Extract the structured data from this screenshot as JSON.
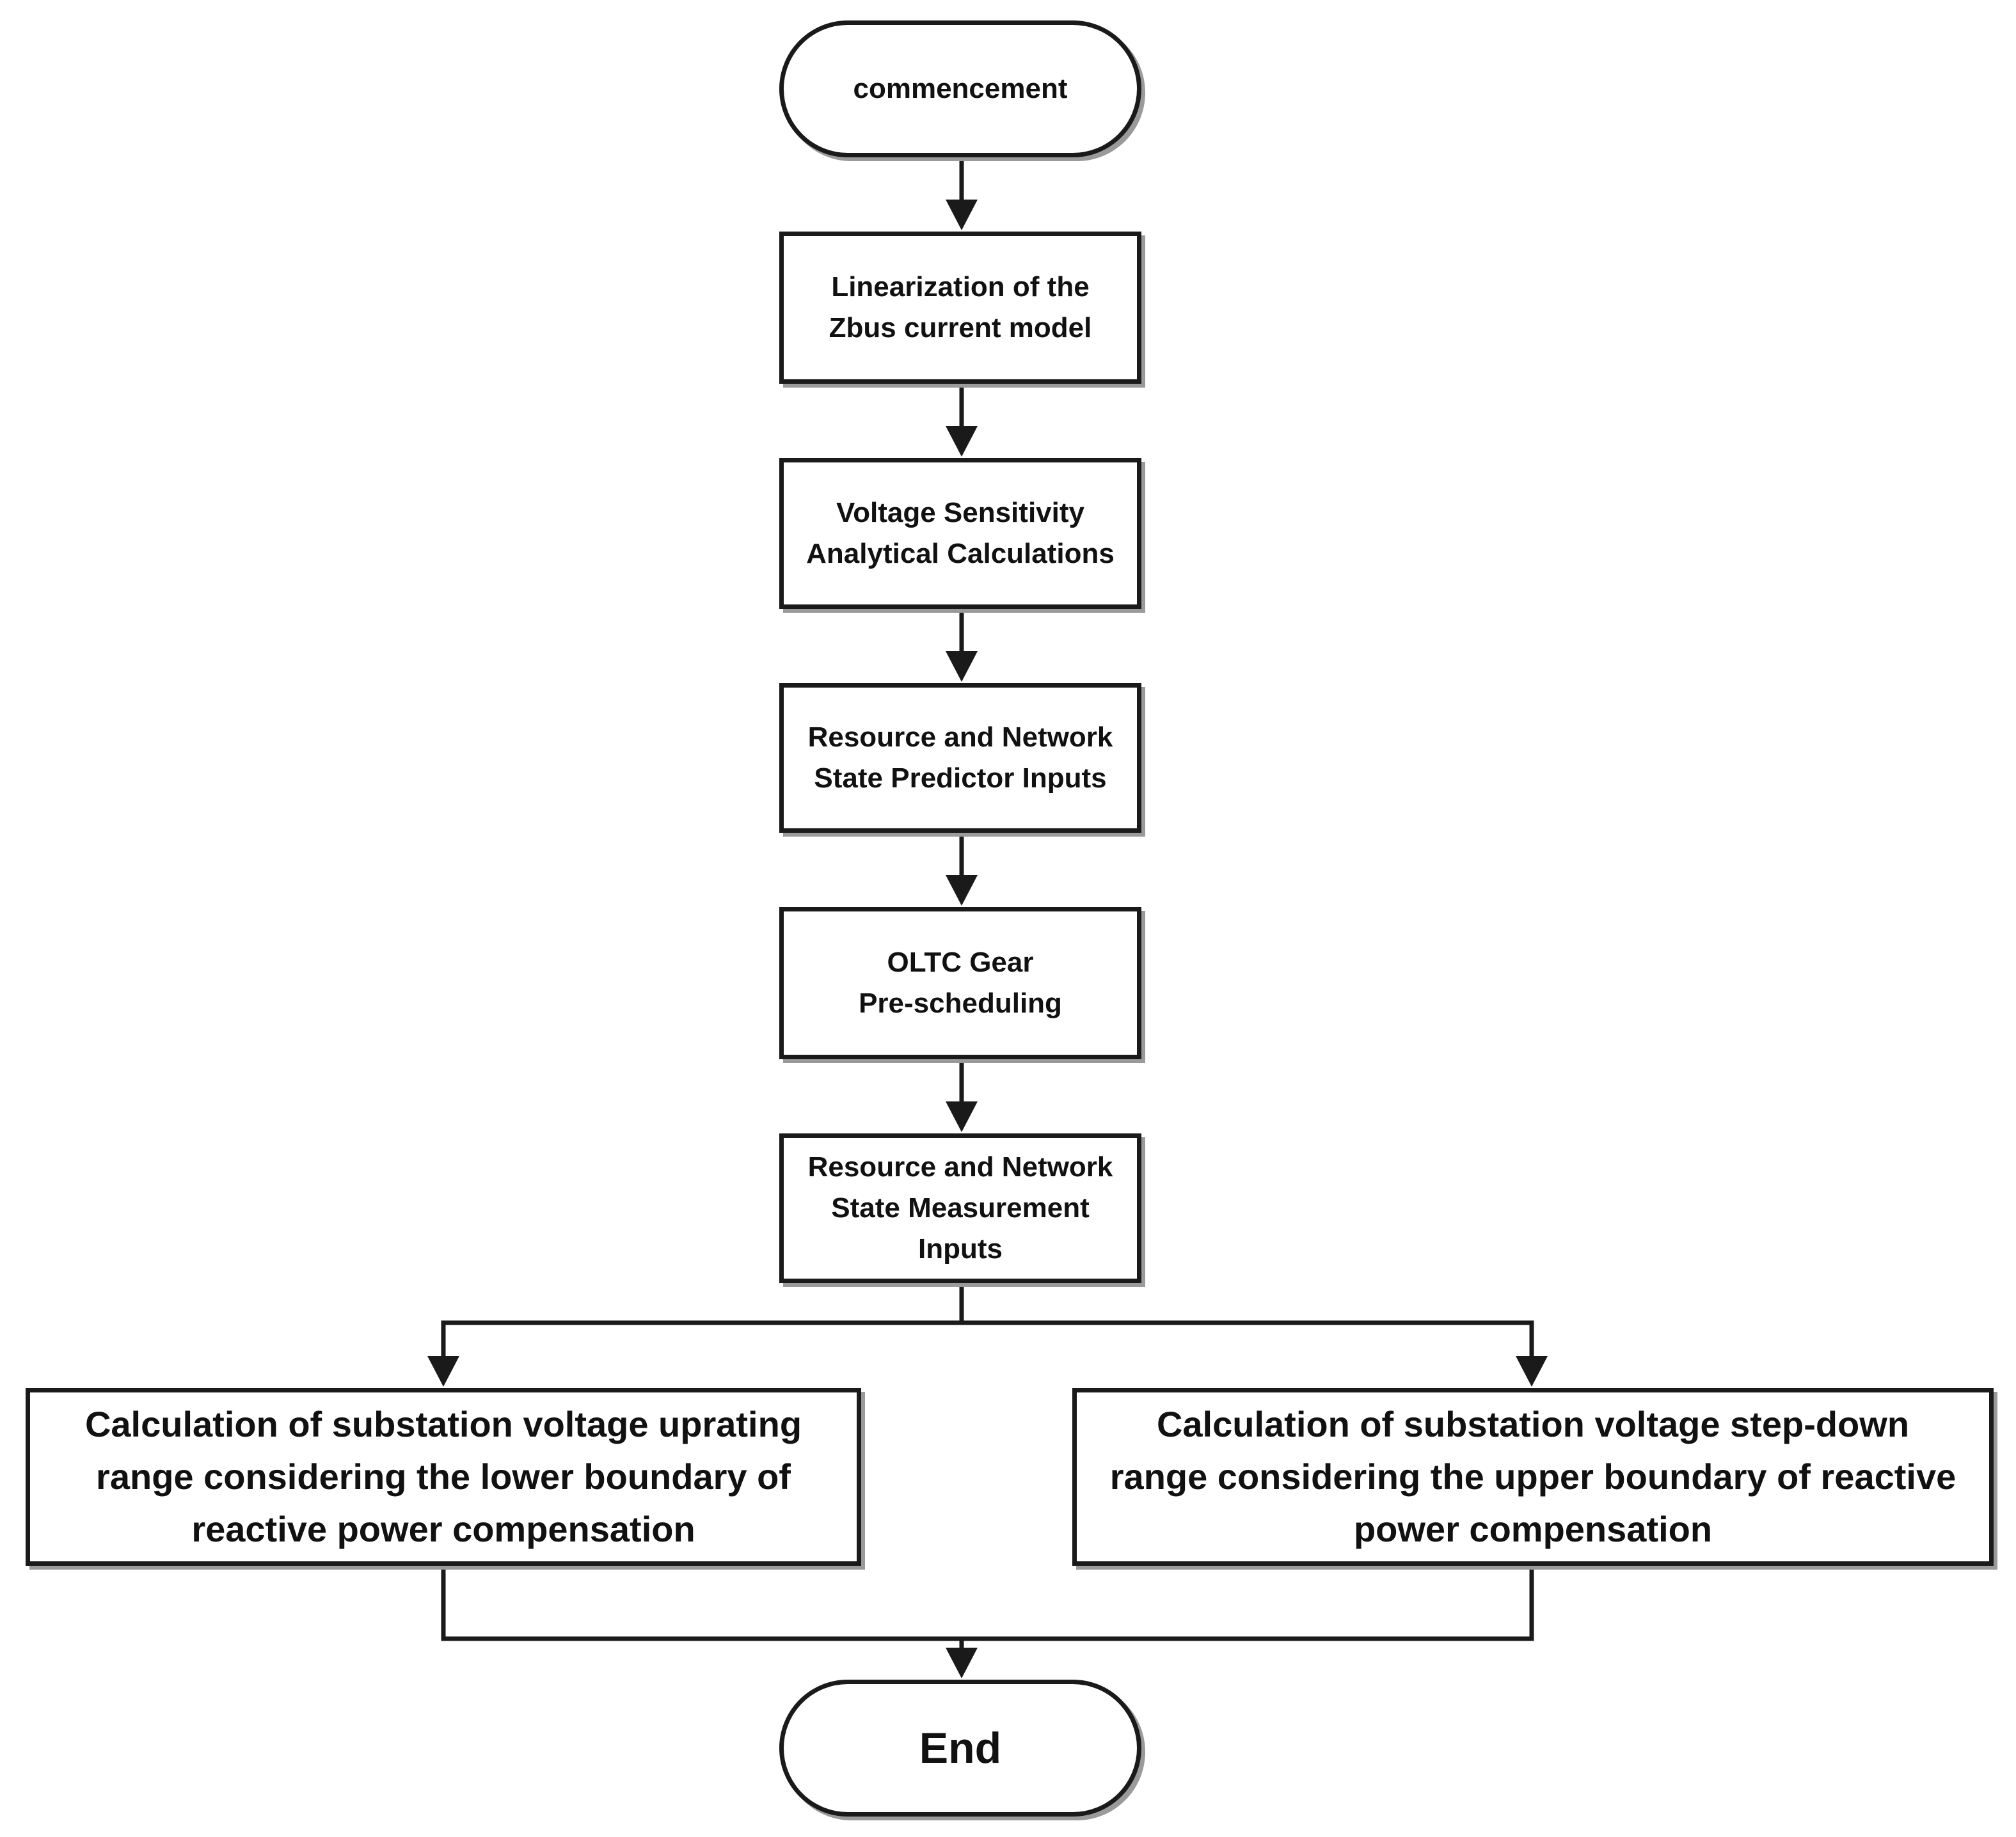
{
  "diagram": {
    "nodes": {
      "start": "commencement",
      "step1": "Linearization of the\nZbus current model",
      "step2": "Voltage Sensitivity\nAnalytical Calculations",
      "step3": "Resource and Network\nState Predictor Inputs",
      "step4": "OLTC Gear\nPre-scheduling",
      "step5": "Resource and Network\nState Measurement\nInputs",
      "branch_left": "Calculation of substation voltage uprating\nrange considering the lower boundary of\nreactive power compensation",
      "branch_right": "Calculation of substation voltage step-down\nrange considering the upper boundary of reactive\npower compensation",
      "end": "End"
    },
    "edges": [
      [
        "start",
        "step1"
      ],
      [
        "step1",
        "step2"
      ],
      [
        "step2",
        "step3"
      ],
      [
        "step3",
        "step4"
      ],
      [
        "step4",
        "step5"
      ],
      [
        "step5",
        "branch_left"
      ],
      [
        "step5",
        "branch_right"
      ],
      [
        "branch_left",
        "end"
      ],
      [
        "branch_right",
        "end"
      ]
    ]
  }
}
